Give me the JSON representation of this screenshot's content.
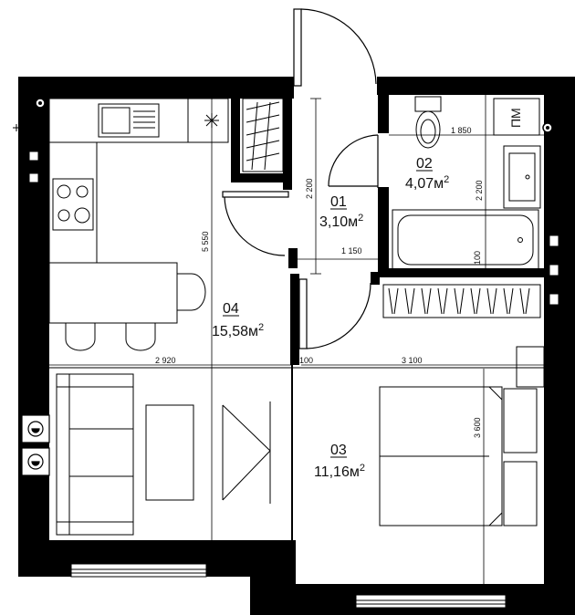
{
  "rooms": [
    {
      "number": "01",
      "area": "3,10м",
      "sup": "2"
    },
    {
      "number": "02",
      "area": "4,07м",
      "sup": "2"
    },
    {
      "number": "03",
      "area": "11,16м",
      "sup": "2"
    },
    {
      "number": "04",
      "area": "15,58м",
      "sup": "2"
    }
  ],
  "dimensions": {
    "d_1850": "1 850",
    "d_2200_bath": "2 200",
    "d_2200_hall": "2 200",
    "d_1150": "1 150",
    "d_100_bath": "100",
    "d_5550": "5 550",
    "d_2920": "2 920",
    "d_100_mid": "100",
    "d_3100": "3 100",
    "d_3600": "3 600"
  },
  "labels": {
    "pm": "ПМ"
  }
}
